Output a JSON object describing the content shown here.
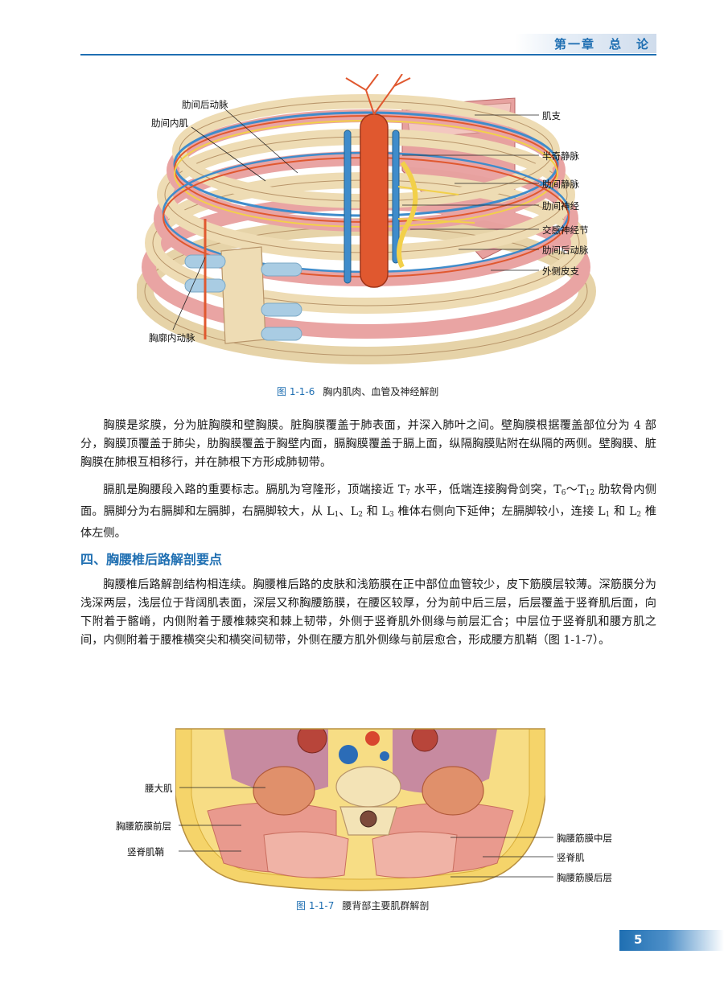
{
  "header": {
    "chapter_title": "第一章　总　论"
  },
  "figure1": {
    "number": "图 1-1-6",
    "title": "胸内肌肉、血管及神经解剖",
    "labels": {
      "intercostal_posterior_artery_top": "肋间后动脉",
      "intercostal_inner_muscle": "肋间内肌",
      "internal_thoracic_artery": "胸廓内动脉",
      "muscular_branch": "肌支",
      "hemiazygos_vein": "半奇静脉",
      "intercostal_vein": "肋间静脉",
      "intercostal_nerve": "肋间神经",
      "sympathetic_ganglion": "交感神经节",
      "intercostal_posterior_artery_right": "肋间后动脉",
      "lateral_cutaneous_branch": "外侧皮支"
    }
  },
  "para1": "胸膜是浆膜，分为脏胸膜和壁胸膜。脏胸膜覆盖于肺表面，并深入肺叶之间。壁胸膜根据覆盖部位分为 4 部分，胸膜顶覆盖于肺尖，肋胸膜覆盖于胸壁内面，膈胸膜覆盖于膈上面，纵隔胸膜贴附在纵隔的两侧。壁胸膜、脏胸膜在肺根互相移行，并在肺根下方形成肺韧带。",
  "para2": {
    "a": "膈肌是胸腰段入路的重要标志。膈肌为穹隆形，顶端接近 T",
    "a_sub": "7",
    "b": " 水平，低端连接胸骨剑突，T",
    "b_sub": "6",
    "c": "～T",
    "c_sub": "12",
    "d": " 肋软骨内侧面。膈脚分为右膈脚和左膈脚，右膈脚较大，从 L",
    "d_sub": "1",
    "e": "、L",
    "e_sub": "2",
    "f": " 和 L",
    "f_sub": "3",
    "g": " 椎体右侧向下延伸；左膈脚较小，连接 L",
    "g_sub": "1",
    "h": " 和 L",
    "h_sub": "2",
    "i": " 椎体左侧。"
  },
  "section_title": "四、胸腰椎后路解剖要点",
  "para3": "胸腰椎后路解剖结构相连续。胸腰椎后路的皮肤和浅筋膜在正中部位血管较少，皮下筋膜层较薄。深筋膜分为浅深两层，浅层位于背阔肌表面，深层又称胸腰筋膜，在腰区较厚，分为前中后三层，后层覆盖于竖脊肌后面，向下附着于髂嵴，内侧附着于腰椎棘突和棘上韧带，外侧于竖脊肌外侧缘与前层汇合；中层位于竖脊肌和腰方肌之间，内侧附着于腰椎横突尖和横突间韧带，外侧在腰方肌外侧缘与前层愈合，形成腰方肌鞘（图 1-1-7）。",
  "figure2": {
    "number": "图 1-1-7",
    "title": "腰背部主要肌群解剖",
    "labels": {
      "psoas_major": "腰大肌",
      "tlf_anterior": "胸腰筋膜前层",
      "erector_sheath": "竖脊肌鞘",
      "tlf_middle": "胸腰筋膜中层",
      "erector_spinae": "竖脊肌",
      "tlf_posterior": "胸腰筋膜后层"
    }
  },
  "page_number": "5",
  "colors": {
    "accent": "#1f6fb2"
  }
}
